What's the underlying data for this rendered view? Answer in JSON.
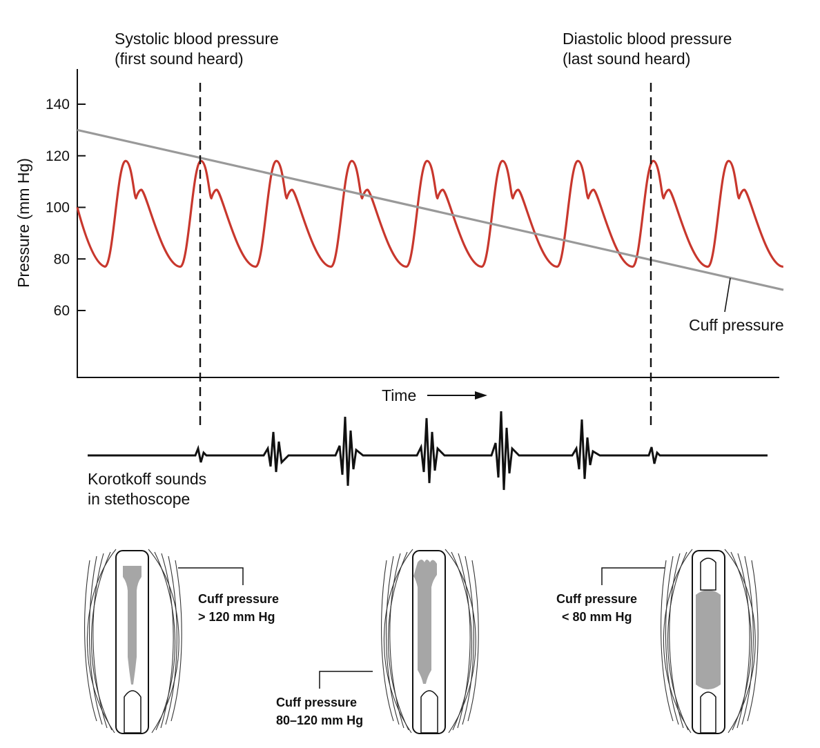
{
  "annotations": {
    "systolic_line1": "Systolic blood pressure",
    "systolic_line2": "(first sound heard)",
    "diastolic_line1": "Diastolic blood pressure",
    "diastolic_line2": "(last sound heard)",
    "cuff_pressure": "Cuff pressure",
    "time_label": "Time",
    "korotkoff_line1": "Korotkoff sounds",
    "korotkoff_line2": "in stethoscope"
  },
  "chart_data": {
    "type": "line",
    "ylabel": "Pressure (mm Hg)",
    "xlabel": "Time",
    "yticks": [
      60,
      80,
      100,
      120,
      140
    ],
    "ylim": [
      34,
      155
    ],
    "series": [
      {
        "name": "Cuff pressure",
        "color": "#999999",
        "start": 130,
        "end": 68
      },
      {
        "color": "#c8372d",
        "systolic": 118,
        "diastolic": 77,
        "beats": 9
      }
    ]
  },
  "panels": [
    {
      "line1": "Cuff pressure",
      "line2": "> 120 mm Hg",
      "state": "occluded"
    },
    {
      "line1": "Cuff pressure",
      "line2": "80–120 mm Hg",
      "state": "turbulent"
    },
    {
      "line1": "Cuff pressure",
      "line2": "< 80 mm Hg",
      "state": "open"
    }
  ],
  "colors": {
    "blood_pressure": "#c8372d",
    "cuff_pressure": "#999999",
    "blood_fill": "#a6a6a6"
  }
}
